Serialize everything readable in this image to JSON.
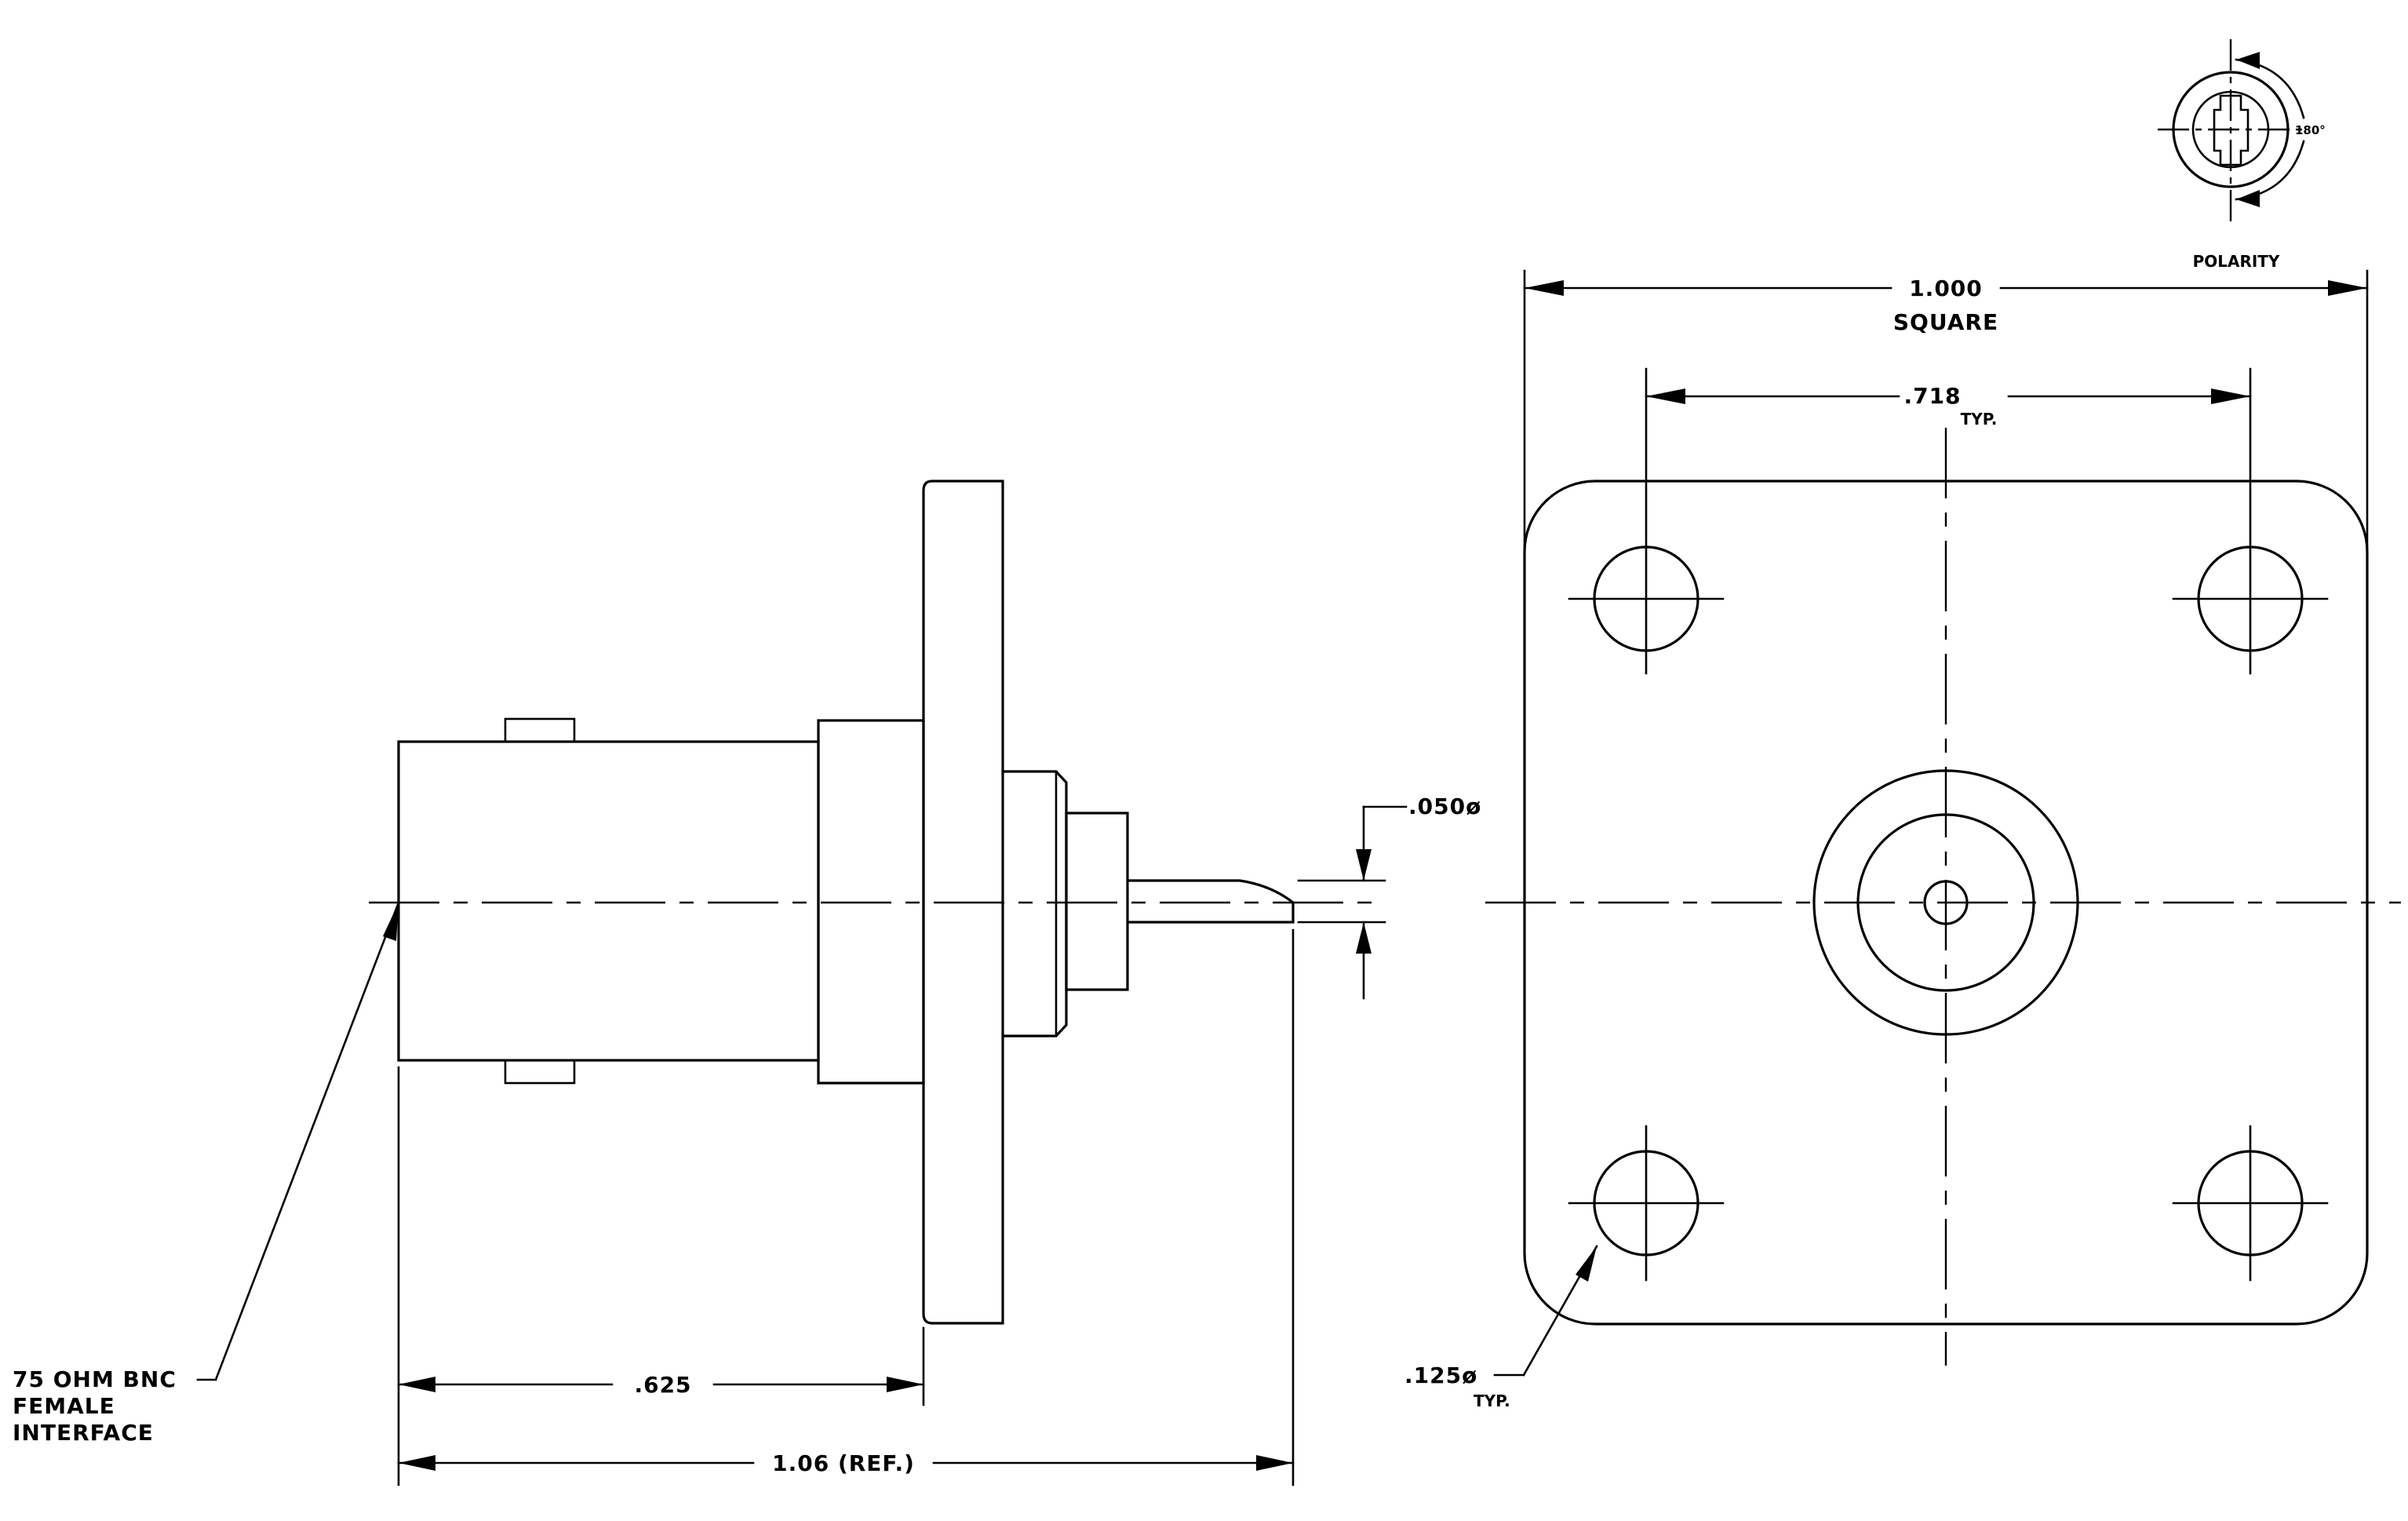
{
  "labels": {
    "square_dim": "1.000",
    "square_word": "SQUARE",
    "hole_spacing": ".718",
    "hole_spacing_note": "TYP.",
    "hole_dia": ".125ø",
    "hole_dia_note": "TYP.",
    "pin_dia": ".050ø",
    "front_length": ".625",
    "overall_length": "1.06 (REF.)",
    "interface_line1": "75 OHM BNC",
    "interface_line2": "FEMALE",
    "interface_line3": "INTERFACE",
    "polarity": "POLARITY",
    "polarity_angle": "180°"
  }
}
